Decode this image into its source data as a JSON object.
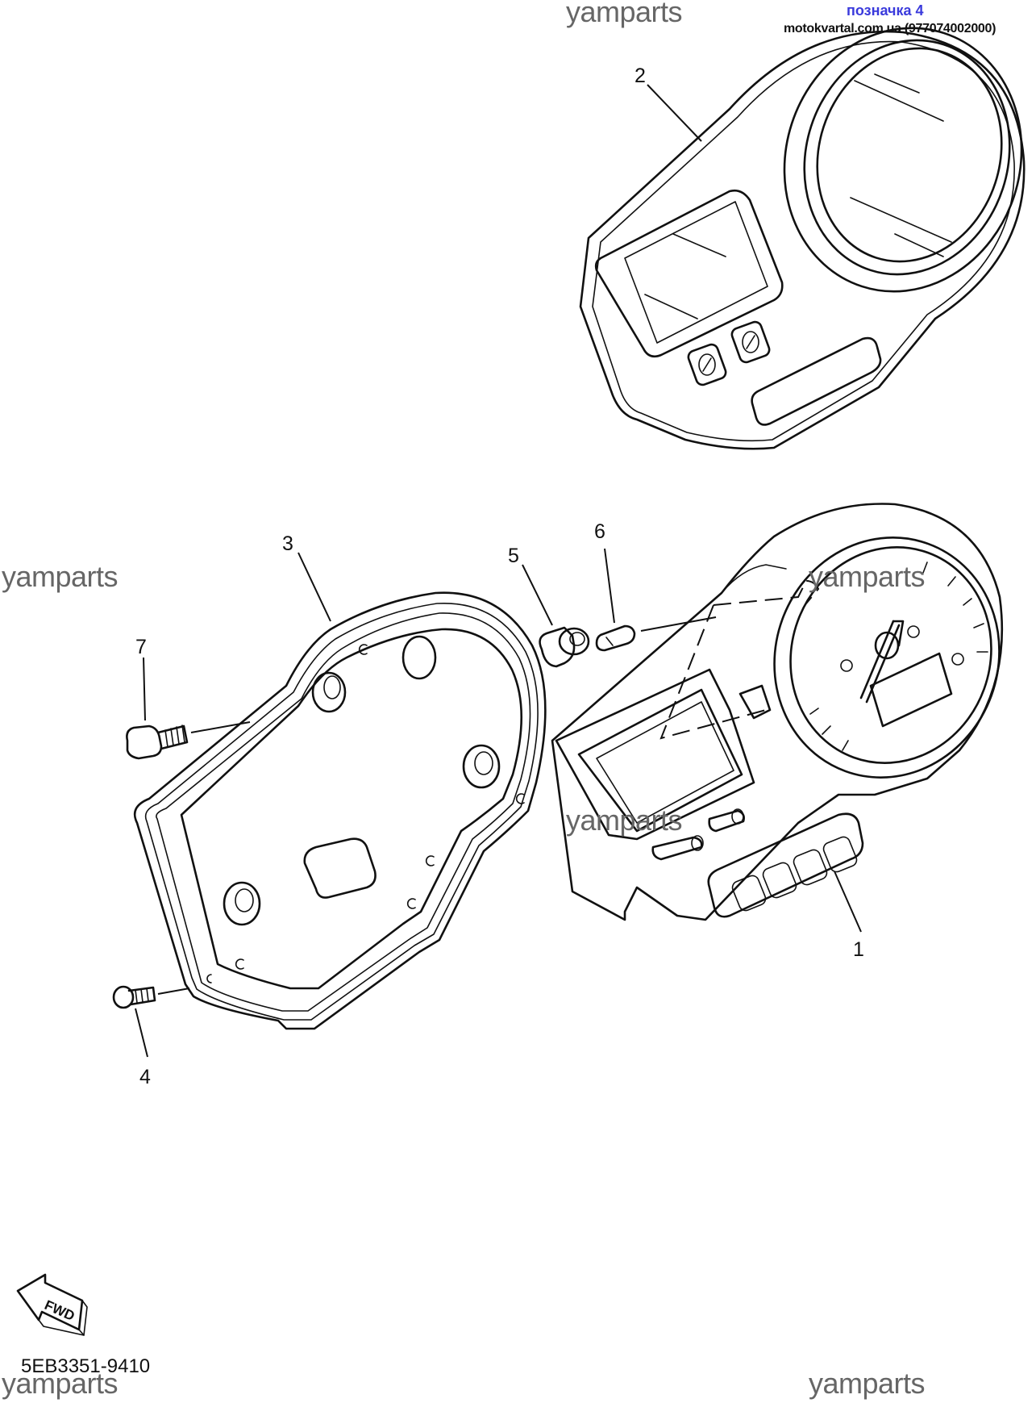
{
  "header": {
    "badge": "позначка 4",
    "source": "motokvartal.com.ua (977074002000)"
  },
  "watermarks": [
    {
      "id": "top",
      "text": "yamparts"
    },
    {
      "id": "left",
      "text": "yamparts"
    },
    {
      "id": "meter",
      "text": "yamparts"
    },
    {
      "id": "center",
      "text": "yamparts"
    },
    {
      "id": "bottom-left",
      "text": "yamparts"
    },
    {
      "id": "bottom-right",
      "text": "yamparts"
    }
  ],
  "callouts": {
    "c1": "1",
    "c2": "2",
    "c3": "3",
    "c4": "4",
    "c5": "5",
    "c6": "6",
    "c7": "7"
  },
  "direction_arrow": {
    "label": "FWD"
  },
  "diagram_code": "5EB3351-9410",
  "colors": {
    "badge": "#3a3adc",
    "watermark": "#666666",
    "line": "#111111"
  }
}
